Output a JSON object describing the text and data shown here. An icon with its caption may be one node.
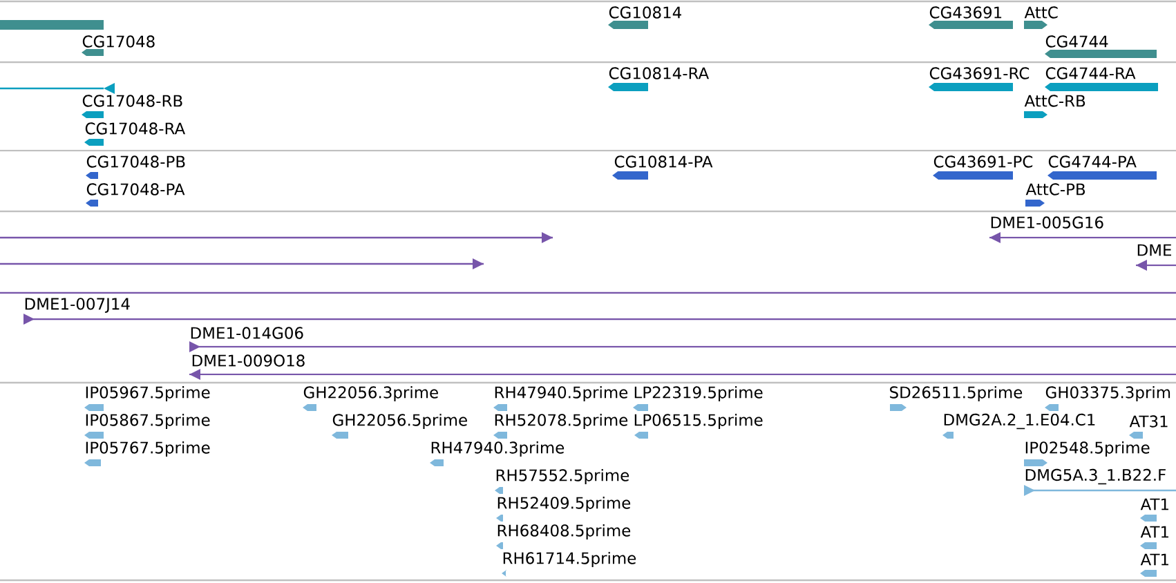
{
  "diagram": {
    "labels": [
      "CG10814",
      "CG43691",
      "AttC",
      "CG17048",
      "CG4744",
      "CG10814-RA",
      "CG43691-RC",
      "CG4744-RA",
      "CG17048-RB",
      "AttC-RB",
      "CG17048-RA",
      "CG17048-PB",
      "CG10814-PA",
      "CG43691-PC",
      "CG4744-PA",
      "CG17048-PA",
      "AttC-PB",
      "DME1-005G16",
      "DME",
      "DME1-007J14",
      "DME1-014G06",
      "DME1-009O18",
      "IP05967.5prime",
      "GH22056.3prime",
      "RH47940.5prime",
      "LP22319.5prime",
      "SD26511.5prime",
      "GH03375.3prim",
      "IP05867.5prime",
      "GH22056.5prime",
      "RH52078.5prime",
      "LP06515.5prime",
      "DMG2A.2_1.E04.C1",
      "AT31",
      "IP05767.5prime",
      "RH47940.3prime",
      "IP02548.5prime",
      "RH57552.5prime",
      "DMG5A.3_1.B22.F",
      "RH52409.5prime",
      "AT1",
      "RH68408.5prime",
      "AT1",
      "RH61714.5prime",
      "AT1"
    ]
  }
}
